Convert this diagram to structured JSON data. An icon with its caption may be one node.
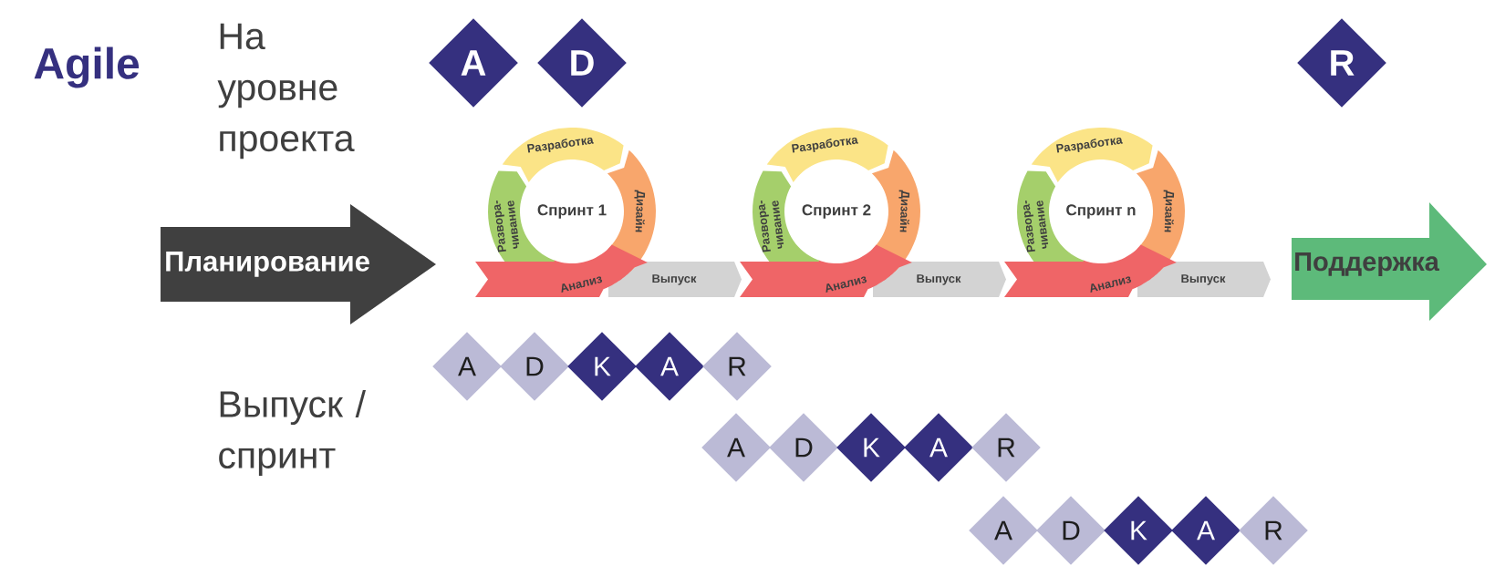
{
  "diagram": {
    "title": "Agile",
    "nodes": [
      {
        "text": [
          "A"
        ]
      },
      {
        "text": [
          "D"
        ]
      },
      {
        "text": [
          "R"
        ]
      },
      {
        "text": [
          "Планирование"
        ]
      },
      {
        "text": [
          "Разработка"
        ]
      },
      {
        "text": [
          "Развора- чивание"
        ]
      },
      {
        "text": [
          "Спринт 1"
        ]
      },
      {
        "text": [
          "Дизайн"
        ]
      },
      {
        "text": [
          "Анализ"
        ]
      },
      {
        "text": [
          "Выпуск"
        ]
      },
      {
        "text": [
          "Разработка"
        ]
      },
      {
        "text": [
          "Развора- чивание"
        ]
      },
      {
        "text": [
          "Спринт 2"
        ]
      },
      {
        "text": [
          "Дизайн"
        ]
      },
      {
        "text": [
          "Анализ"
        ]
      },
      {
        "text": [
          "Выпуск"
        ]
      },
      {
        "text": [
          "Разработка"
        ]
      },
      {
        "text": [
          "Развора- чивание"
        ]
      },
      {
        "text": [
          "Спринт n"
        ]
      },
      {
        "text": [
          "Дизайн"
        ]
      },
      {
        "text": [
          "Анализ"
        ]
      },
      {
        "text": [
          "Выпуск"
        ]
      },
      {
        "text": [
          "Поддержка"
        ]
      },
      {
        "text": [
          "A"
        ]
      },
      {
        "text": [
          "D"
        ]
      },
      {
        "text": [
          "K"
        ]
      },
      {
        "text": [
          "A"
        ]
      },
      {
        "text": [
          "R"
        ]
      },
      {
        "text": [
          "A"
        ]
      },
      {
        "text": [
          "D"
        ]
      },
      {
        "text": [
          "K"
        ]
      },
      {
        "text": [
          "A"
        ]
      },
      {
        "text": [
          "R"
        ]
      },
      {
        "text": [
          "A"
        ]
      },
      {
        "text": [
          "D"
        ]
      },
      {
        "text": [
          "K"
        ]
      },
      {
        "text": [
          "A"
        ]
      },
      {
        "text": [
          "R"
        ]
      }
    ],
    "labels": [
      "На уровне проекта",
      "Выпуск / спринт"
    ]
  }
}
